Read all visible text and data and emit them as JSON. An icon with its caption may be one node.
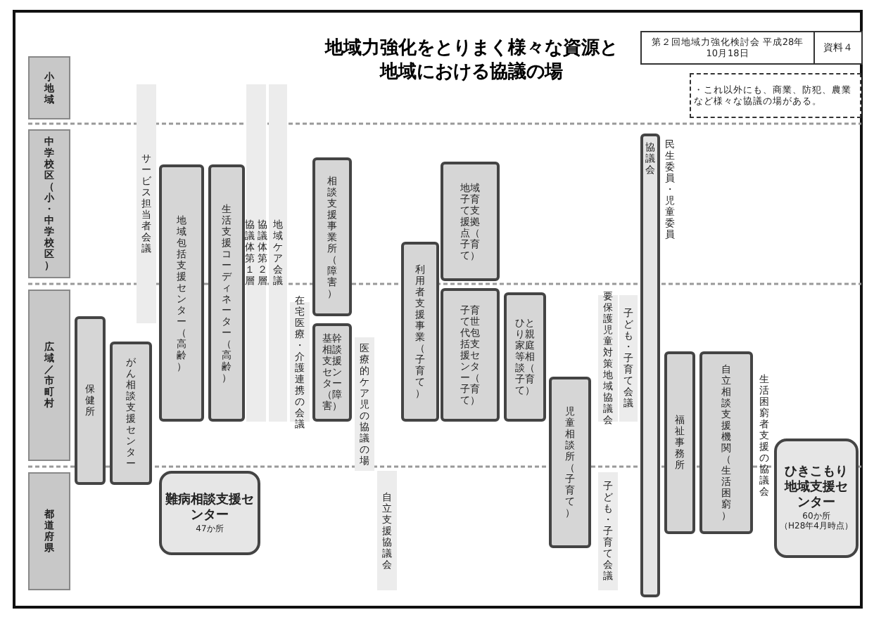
{
  "diagram": {
    "title": "地域力強化をとりまく様々な資源と地域における協議の場",
    "nodes": [
      {
        "text": [
          "小地域"
        ]
      },
      {
        "text": [
          "中学校区（小・中学校区）"
        ]
      },
      {
        "text": [
          "広域／市町村"
        ]
      },
      {
        "text": [
          "都道府県"
        ]
      },
      {
        "text": [
          "第２回地域力強化検討会 平成28年10月18日",
          "資料４"
        ]
      },
      {
        "text": [
          "・これ以外にも、商業、防犯、農業など様々な協議の場がある。"
        ]
      },
      {
        "text": [
          "保健所"
        ]
      },
      {
        "text": [
          "がん相談支援センター"
        ]
      },
      {
        "text": [
          "サービス担当者会議"
        ]
      },
      {
        "text": [
          "地域包括支援センター（高齢）"
        ]
      },
      {
        "text": [
          "生活支援コーディネーター（高齢）"
        ]
      },
      {
        "text": [
          "協議体第１層",
          "協議体第２層"
        ]
      },
      {
        "text": [
          "地域ケア会議"
        ]
      },
      {
        "text": [
          "在宅医療・介護連携の会議"
        ]
      },
      {
        "text": [
          "相談支援事業所（障害）"
        ]
      },
      {
        "text": [
          "基幹相談支援センター（障害）"
        ]
      },
      {
        "text": [
          "医療的ケア児の協議の場"
        ]
      },
      {
        "text": [
          "自立支援協議会"
        ]
      },
      {
        "text": [
          "利用者支援事業（子育て）"
        ]
      },
      {
        "text": [
          "地域子育て支援拠点（子育て）"
        ]
      },
      {
        "text": [
          "子育て世代包括支援センター（子育て）"
        ]
      },
      {
        "text": [
          "ひとり親家庭等相談（子育て）"
        ]
      },
      {
        "text": [
          "児童相談所（子育て）"
        ]
      },
      {
        "text": [
          "要保護児童対策地域協議会"
        ]
      },
      {
        "text": [
          "子ども・子育て会議"
        ]
      },
      {
        "text": [
          "子ども・子育て会議"
        ]
      },
      {
        "text": [
          "協議会"
        ]
      },
      {
        "text": [
          "民生委員・児童委員"
        ]
      },
      {
        "text": [
          "福祉事務所"
        ]
      },
      {
        "text": [
          "自立相談支援機関（生活困窮）"
        ]
      },
      {
        "text": [
          "生活困窮者支援の協議会"
        ]
      },
      {
        "text": [
          "難病相談支援センター",
          "47か所"
        ]
      },
      {
        "text": [
          "ひきこもり地域支援センター",
          "60か所",
          "（H28年4月時点）"
        ]
      }
    ]
  }
}
